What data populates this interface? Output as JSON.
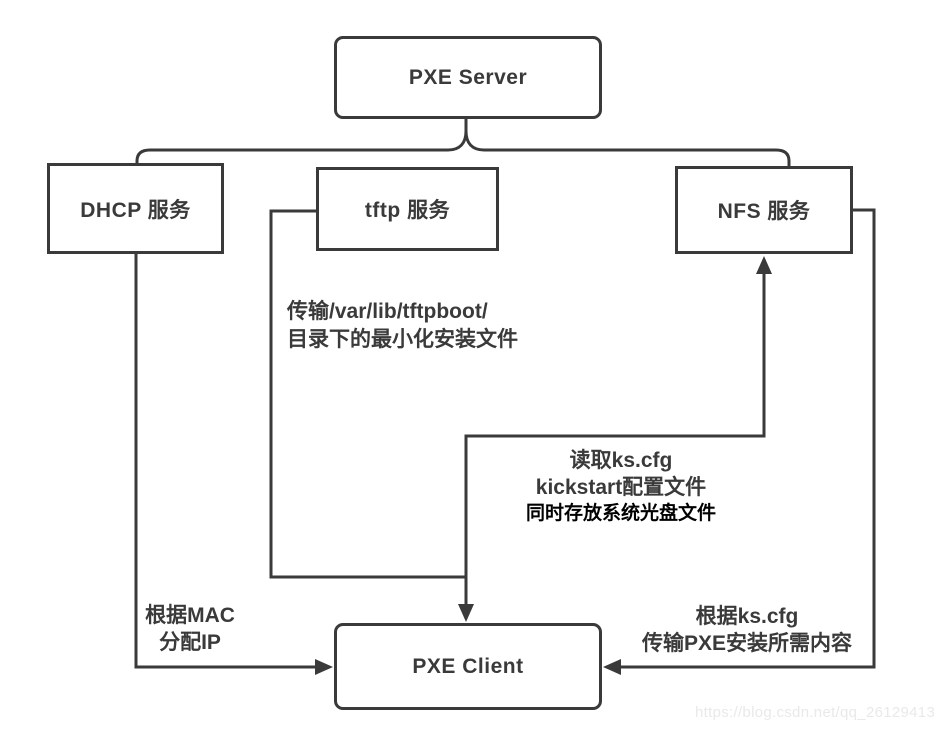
{
  "diagram": {
    "nodes": {
      "pxe_server": "PXE Server",
      "dhcp": "DHCP 服务",
      "tftp": "tftp 服务",
      "nfs": "NFS 服务",
      "pxe_client": "PXE Client"
    },
    "edge_labels": {
      "tftp_transfer_line1": "传输/var/lib/tftpboot/",
      "tftp_transfer_line2": "目录下的最小化安装文件",
      "nfs_read_line1": "读取ks.cfg",
      "nfs_read_line2": "kickstart配置文件",
      "nfs_read_line3": "同时存放系统光盘文件",
      "dhcp_assign_line1": "根据MAC",
      "dhcp_assign_line2": "分配IP",
      "nfs_transfer_line1": "根据ks.cfg",
      "nfs_transfer_line2": "传输PXE安装所需内容"
    },
    "colors": {
      "line": "#3a3a3a",
      "text": "#3a3a3a",
      "emphasis_text": "#000000",
      "watermark": "#e9e9e9",
      "background": "#ffffff"
    },
    "watermark": "https://blog.csdn.net/qq_26129413"
  }
}
